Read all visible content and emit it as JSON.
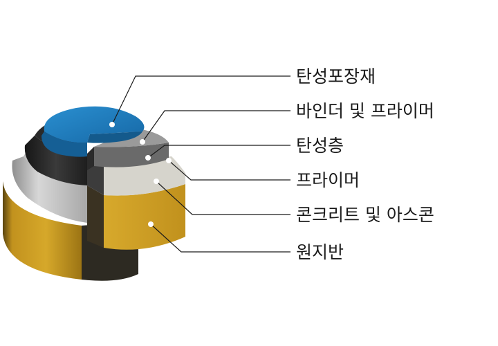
{
  "layers": [
    {
      "id": "elastic-paving",
      "label": "탄성포장재",
      "color": "#1f78b4"
    },
    {
      "id": "binder-primer",
      "label": "바인더 및 프라이머",
      "color": "#3a3a3a"
    },
    {
      "id": "elastic-layer",
      "label": "탄성층",
      "color": "#6e6e6e"
    },
    {
      "id": "primer",
      "label": "프라이머",
      "color": "#c9c7bf"
    },
    {
      "id": "concrete-ascon",
      "label": "콘크리트 및 아스콘",
      "color": "#c99a22"
    },
    {
      "id": "subgrade",
      "label": "원지반",
      "color": "#b58a1c"
    }
  ]
}
